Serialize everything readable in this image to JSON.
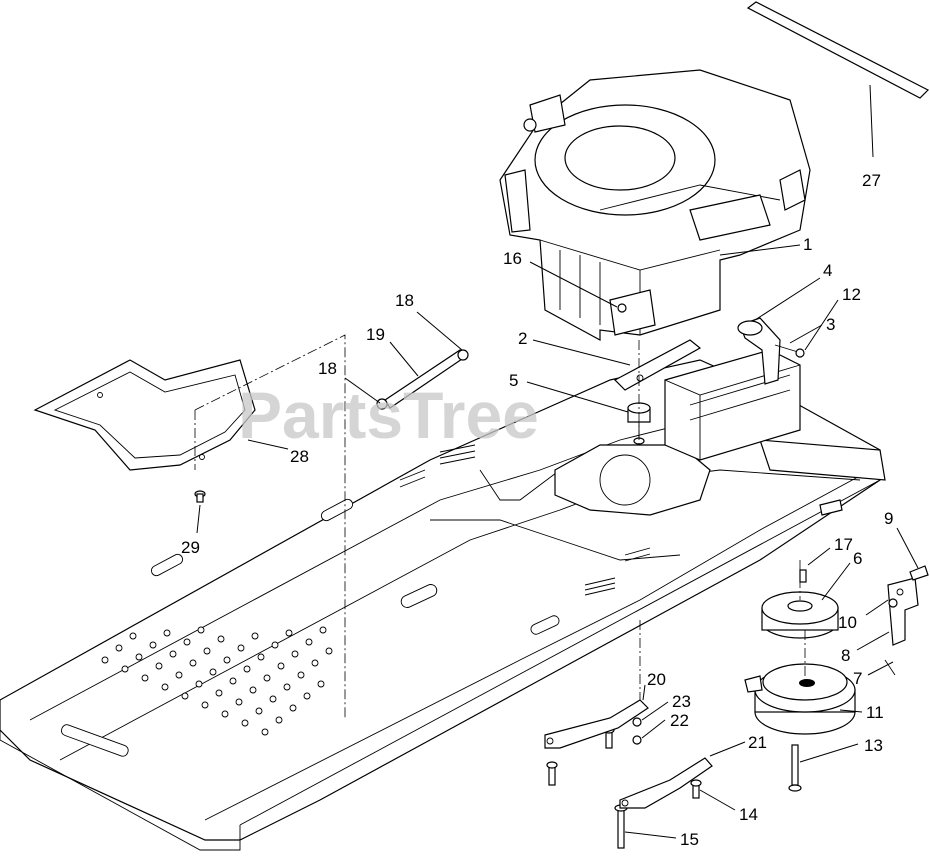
{
  "watermark": "PartsTree",
  "callouts": [
    {
      "id": "c1",
      "label": "1"
    },
    {
      "id": "c2",
      "label": "2"
    },
    {
      "id": "c3",
      "label": "3"
    },
    {
      "id": "c4",
      "label": "4"
    },
    {
      "id": "c5",
      "label": "5"
    },
    {
      "id": "c6",
      "label": "6"
    },
    {
      "id": "c7",
      "label": "7"
    },
    {
      "id": "c8",
      "label": "8"
    },
    {
      "id": "c9",
      "label": "9"
    },
    {
      "id": "c10",
      "label": "10"
    },
    {
      "id": "c11",
      "label": "11"
    },
    {
      "id": "c12",
      "label": "12"
    },
    {
      "id": "c13",
      "label": "13"
    },
    {
      "id": "c14",
      "label": "14"
    },
    {
      "id": "c15",
      "label": "15"
    },
    {
      "id": "c16",
      "label": "16"
    },
    {
      "id": "c17",
      "label": "17"
    },
    {
      "id": "c18a",
      "label": "18"
    },
    {
      "id": "c18b",
      "label": "18"
    },
    {
      "id": "c19",
      "label": "19"
    },
    {
      "id": "c20",
      "label": "20"
    },
    {
      "id": "c21",
      "label": "21"
    },
    {
      "id": "c22",
      "label": "22"
    },
    {
      "id": "c23",
      "label": "23"
    },
    {
      "id": "c27",
      "label": "27"
    },
    {
      "id": "c28",
      "label": "28"
    },
    {
      "id": "c29",
      "label": "29"
    }
  ]
}
